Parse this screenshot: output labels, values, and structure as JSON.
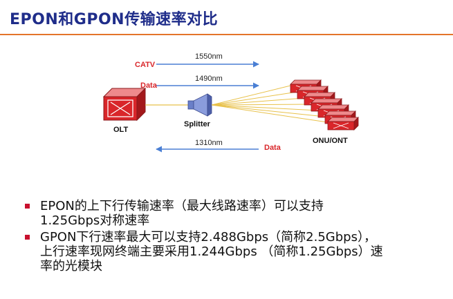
{
  "slide": {
    "title": "EPON和GPON传输速率对比",
    "accent_color": "#e4742a",
    "title_color": "#1f2d8a"
  },
  "diagram": {
    "labels": {
      "catv": "CATV",
      "data_down": "Data",
      "data_up": "Data",
      "wavelength_catv": "1550nm",
      "wavelength_data_down": "1490nm",
      "wavelength_up": "1310nm",
      "olt": "OLT",
      "splitter": "Splitter",
      "onu": "ONU/ONT"
    },
    "colors": {
      "label_red": "#d9262a",
      "arrow_blue": "#4a7fd4",
      "device_red": "#d9262a",
      "fiber_yellow": "#e8c14a",
      "splitter_blue": "#6a7fc8"
    },
    "icons": [
      "olt-icon",
      "splitter-icon",
      "onu-icon"
    ]
  },
  "bullets": [
    {
      "text": "EPON的上下行传输速率（最大线路速率）可以支持\n1.25Gbps对称速率"
    },
    {
      "text": "GPON下行速率最大可以支持2.488Gbps（简称2.5Gbps），\n上行速率现网终端主要采用1.244Gbps （简称1.25Gbps）速\n率的光模块"
    }
  ]
}
